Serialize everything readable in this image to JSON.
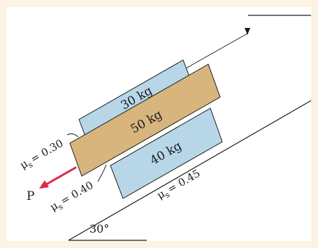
{
  "colors": {
    "background": "#fdf3e4",
    "panel": "#ffffff",
    "block_top": "#b7d7e8",
    "block_middle": "#d9b57e",
    "block_bottom": "#b7d7e8",
    "force_arrow": "#e0254a",
    "line": "#1a1a1a"
  },
  "blocks": {
    "top_mass": "30 kg",
    "middle_mass": "50 kg",
    "bottom_mass": "40 kg"
  },
  "friction": {
    "mu_symbol": "μ",
    "mu_subscript": "s",
    "top_interface": "= 0.30",
    "middle_interface": "= 0.40",
    "incline_interface": "= 0.45"
  },
  "force": {
    "label": "P"
  },
  "incline": {
    "angle_label": "30°"
  }
}
